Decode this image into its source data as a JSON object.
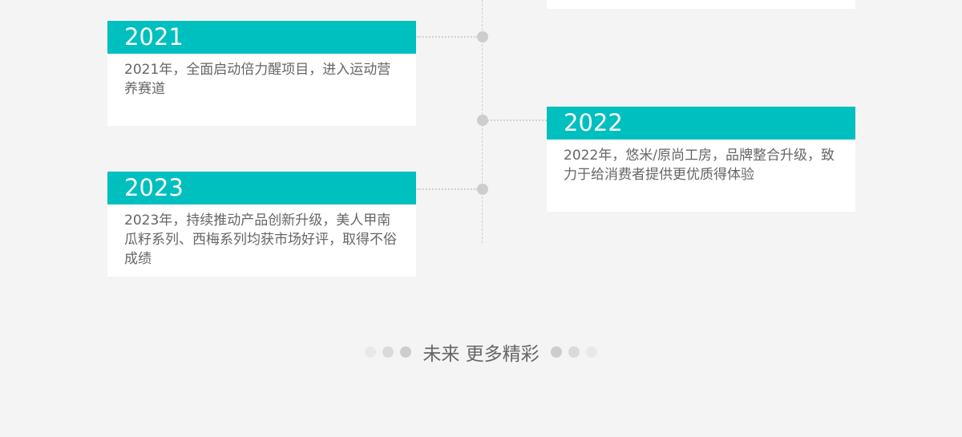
{
  "timeline": [
    {
      "year": "2021",
      "text": "2021年，全面启动倍力醒项目，进入运动营养赛道"
    },
    {
      "year": "2022",
      "text": "2022年，悠米/原尚工房，品牌整合升级，致力于给消费者提供更优质得体验"
    },
    {
      "year": "2023",
      "text": "2023年，持续推动产品创新升级，美人甲南瓜籽系列、西梅系列均获市场好评，取得不俗成绩"
    }
  ],
  "footer": {
    "text": "未来 更多精彩"
  },
  "colors": {
    "accent": "#00bfbf",
    "node": "#cdcdcd"
  }
}
